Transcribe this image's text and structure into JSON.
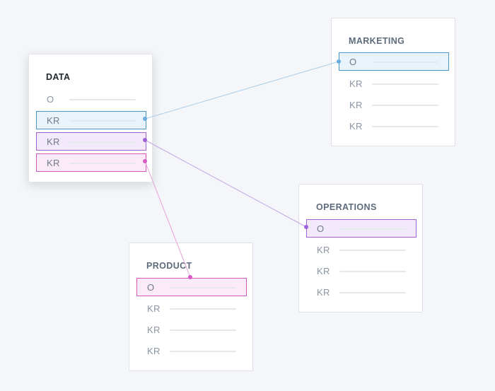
{
  "colors": {
    "blue": "#6aaee0",
    "purple": "#a062d8",
    "pink": "#d65cc4",
    "blue_line": "#a9cdea",
    "purple_line": "#c3a6e6",
    "pink_line": "#e6a2dc"
  },
  "cards": {
    "data": {
      "title": "DATA",
      "rows": [
        {
          "label": "O"
        },
        {
          "label": "KR"
        },
        {
          "label": "KR"
        },
        {
          "label": "KR"
        }
      ]
    },
    "marketing": {
      "title": "MARKETING",
      "rows": [
        {
          "label": "O"
        },
        {
          "label": "KR"
        },
        {
          "label": "KR"
        },
        {
          "label": "KR"
        }
      ]
    },
    "operations": {
      "title": "OPERATIONS",
      "rows": [
        {
          "label": "O"
        },
        {
          "label": "KR"
        },
        {
          "label": "KR"
        },
        {
          "label": "KR"
        }
      ]
    },
    "product": {
      "title": "PRODUCT",
      "rows": [
        {
          "label": "O"
        },
        {
          "label": "KR"
        },
        {
          "label": "KR"
        },
        {
          "label": "KR"
        }
      ]
    }
  },
  "connections": [
    {
      "from": "data.rows.1",
      "to": "marketing.rows.0",
      "color": "blue"
    },
    {
      "from": "data.rows.2",
      "to": "operations.rows.0",
      "color": "purple"
    },
    {
      "from": "data.rows.3",
      "to": "product.rows.0",
      "color": "pink"
    }
  ]
}
